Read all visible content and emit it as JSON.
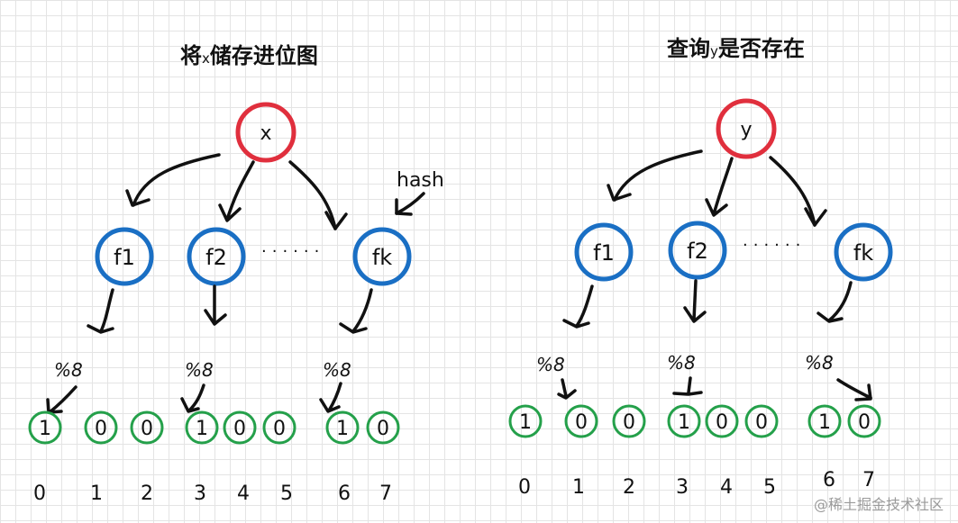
{
  "left": {
    "title_part1": "将",
    "title_var": "x",
    "title_part2": "储存进位图",
    "input_label": "x",
    "functions": [
      "f1",
      "f2",
      "fk"
    ],
    "ellipsis": "······",
    "hash_label": "hash",
    "mod_labels": [
      "%8",
      "%8",
      "%8"
    ],
    "bits": [
      "1",
      "0",
      "0",
      "1",
      "0",
      "0",
      "1",
      "0"
    ],
    "indices": [
      "0",
      "1",
      "2",
      "3",
      "4",
      "5",
      "6",
      "7"
    ]
  },
  "right": {
    "title_part1": "查询",
    "title_var": "y",
    "title_part2": "是否存在",
    "input_label": "y",
    "functions": [
      "f1",
      "f2",
      "fk"
    ],
    "ellipsis": "······",
    "mod_labels": [
      "%8",
      "%8",
      "%8"
    ],
    "bits": [
      "1",
      "0",
      "0",
      "1",
      "0",
      "0",
      "1",
      "0"
    ],
    "indices": [
      "0",
      "1",
      "2",
      "3",
      "4",
      "5",
      "6",
      "7"
    ]
  },
  "watermark": "@稀土掘金技术社区",
  "colors": {
    "input_circle": "#e02f3d",
    "function_circle": "#1a6fc4",
    "bit_circle": "#24a04a",
    "ink": "#111111"
  }
}
